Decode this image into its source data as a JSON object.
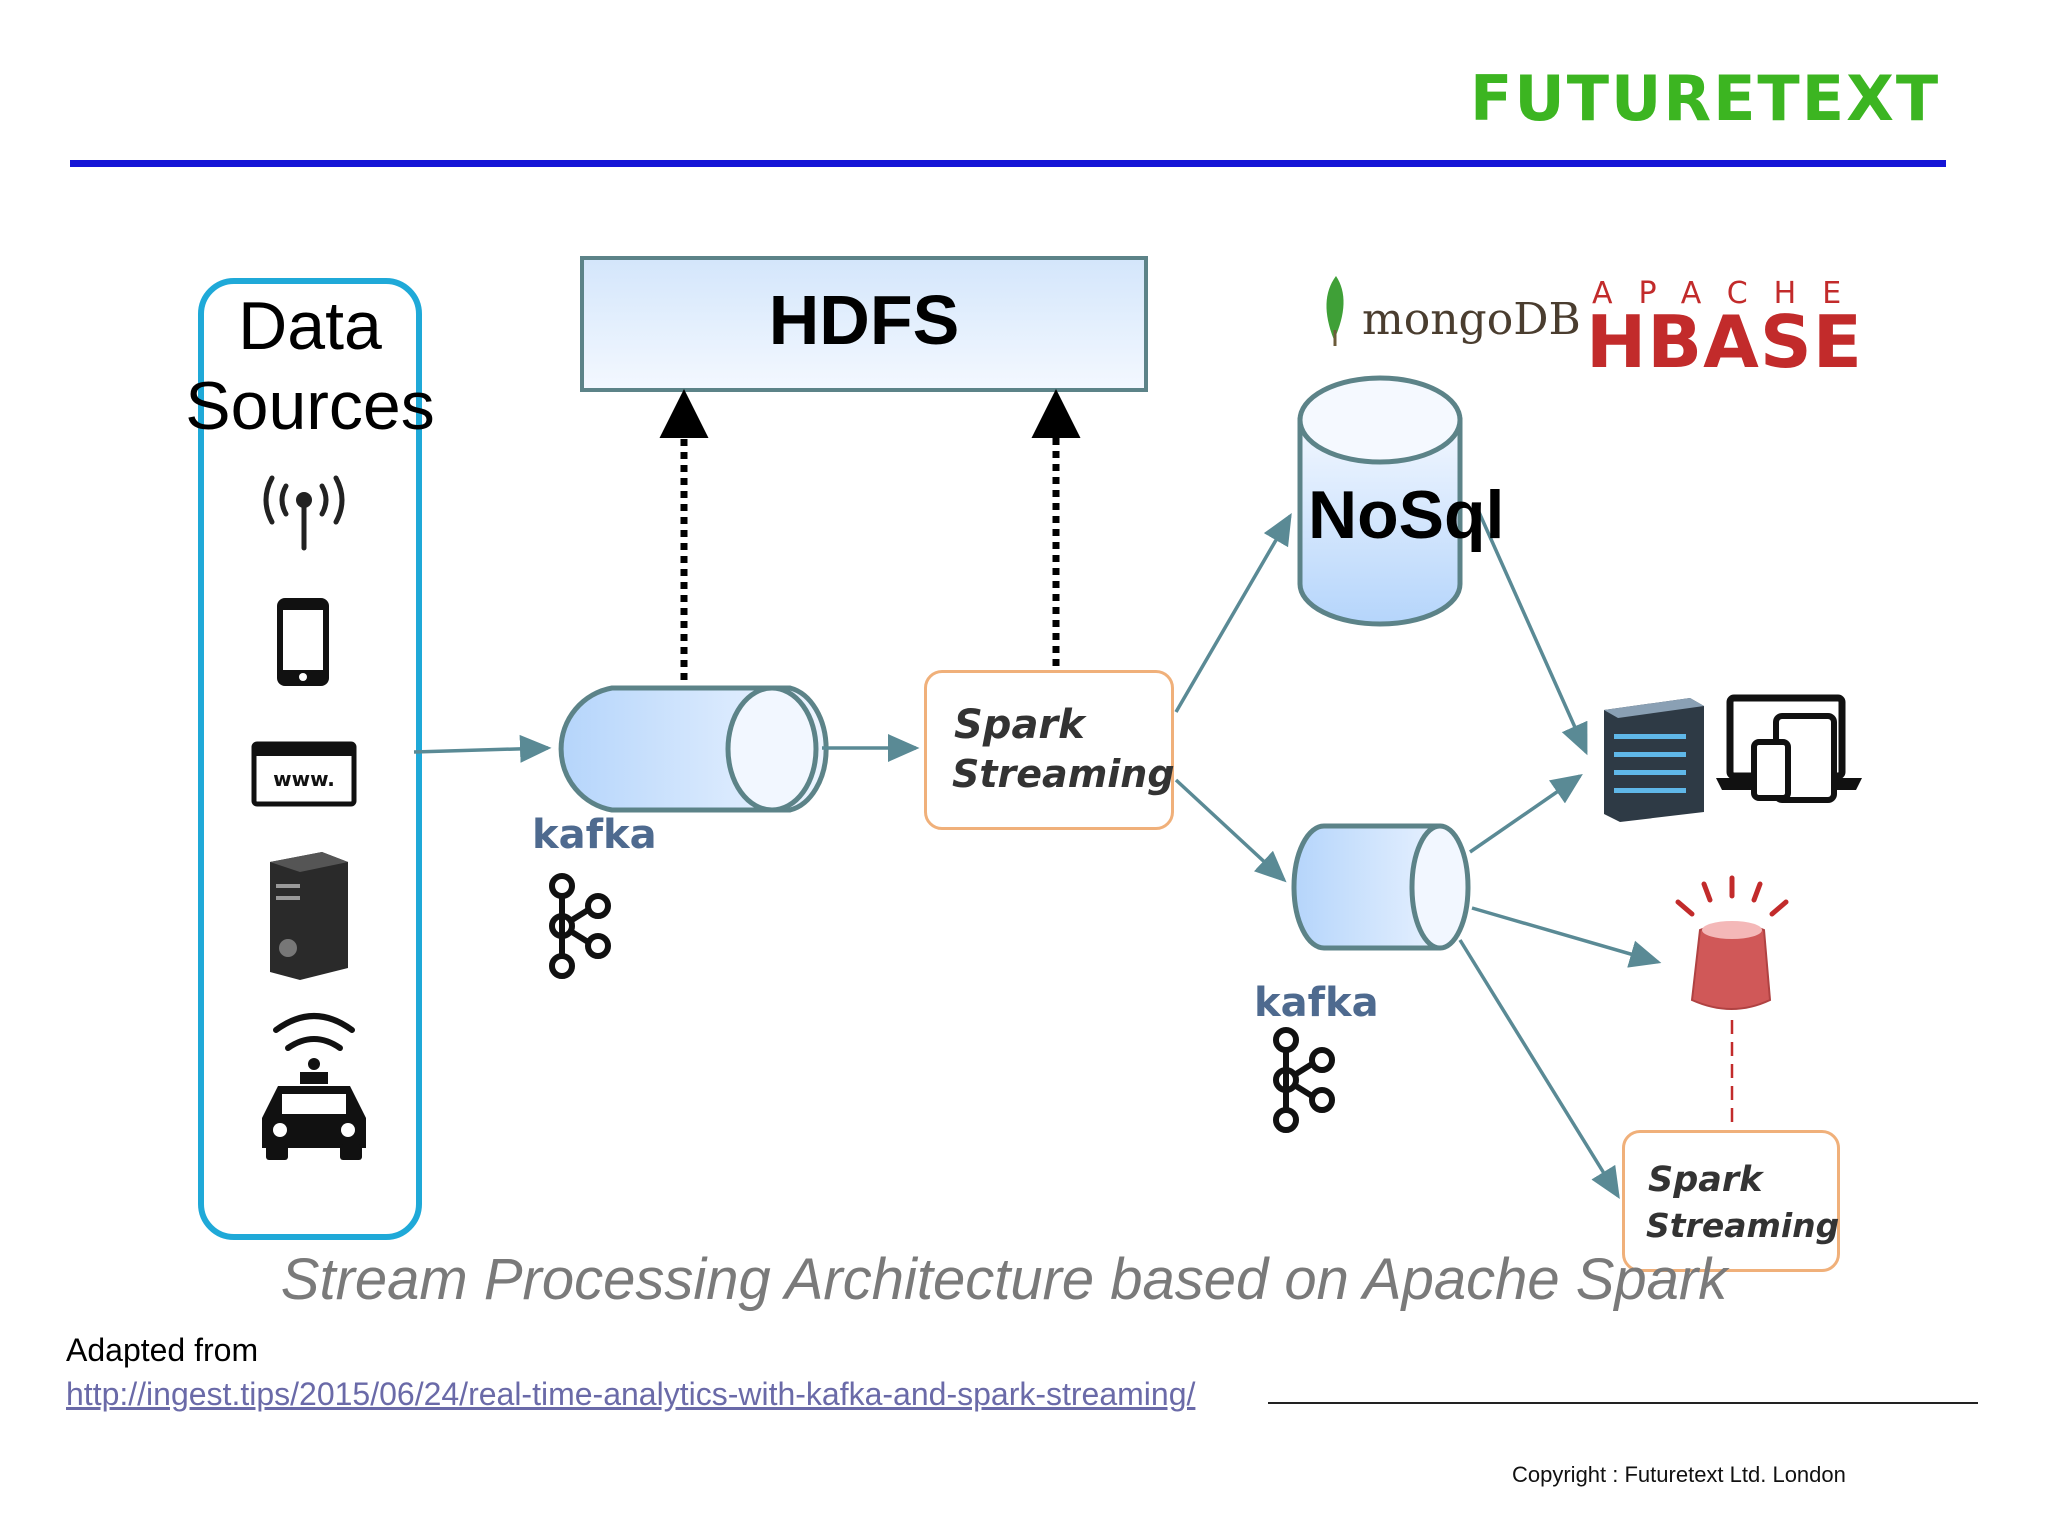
{
  "brand": "FUTURETEXT",
  "data_sources": {
    "title_line1": "Data",
    "title_line2": "Sources",
    "icons": [
      "antenna-icon",
      "smartphone-icon",
      "browser-www-icon",
      "server-tower-icon",
      "connected-car-icon"
    ],
    "www_text": "www."
  },
  "hdfs": {
    "label": "HDFS"
  },
  "kafka": {
    "label": "kafka"
  },
  "spark": {
    "word1": "Spark",
    "word2": "Streaming"
  },
  "nosql": {
    "label": "NoSql",
    "logos": {
      "mongodb": "mongoDB",
      "apache": "APACHE",
      "hbase": "HBASE"
    }
  },
  "outputs": {
    "icons": [
      "server-devices-icon",
      "alarm-light-icon"
    ]
  },
  "caption": "Stream Processing Architecture based on Apache Spark",
  "attribution": {
    "label": "Adapted from",
    "url": "http://ingest.tips/2015/06/24/real-time-analytics-with-kafka-and-spark-streaming/"
  },
  "copyright": "Copyright : Futuretext Ltd. London",
  "colors": {
    "brand_green": "#3cb521",
    "top_rule": "#1515d6",
    "data_sources_border": "#1fa9d8",
    "arrow": "#5a8a95",
    "spark_border": "#f0b07a",
    "hbase_red": "#c22b2b",
    "caption_gray": "#7a7a7a"
  }
}
